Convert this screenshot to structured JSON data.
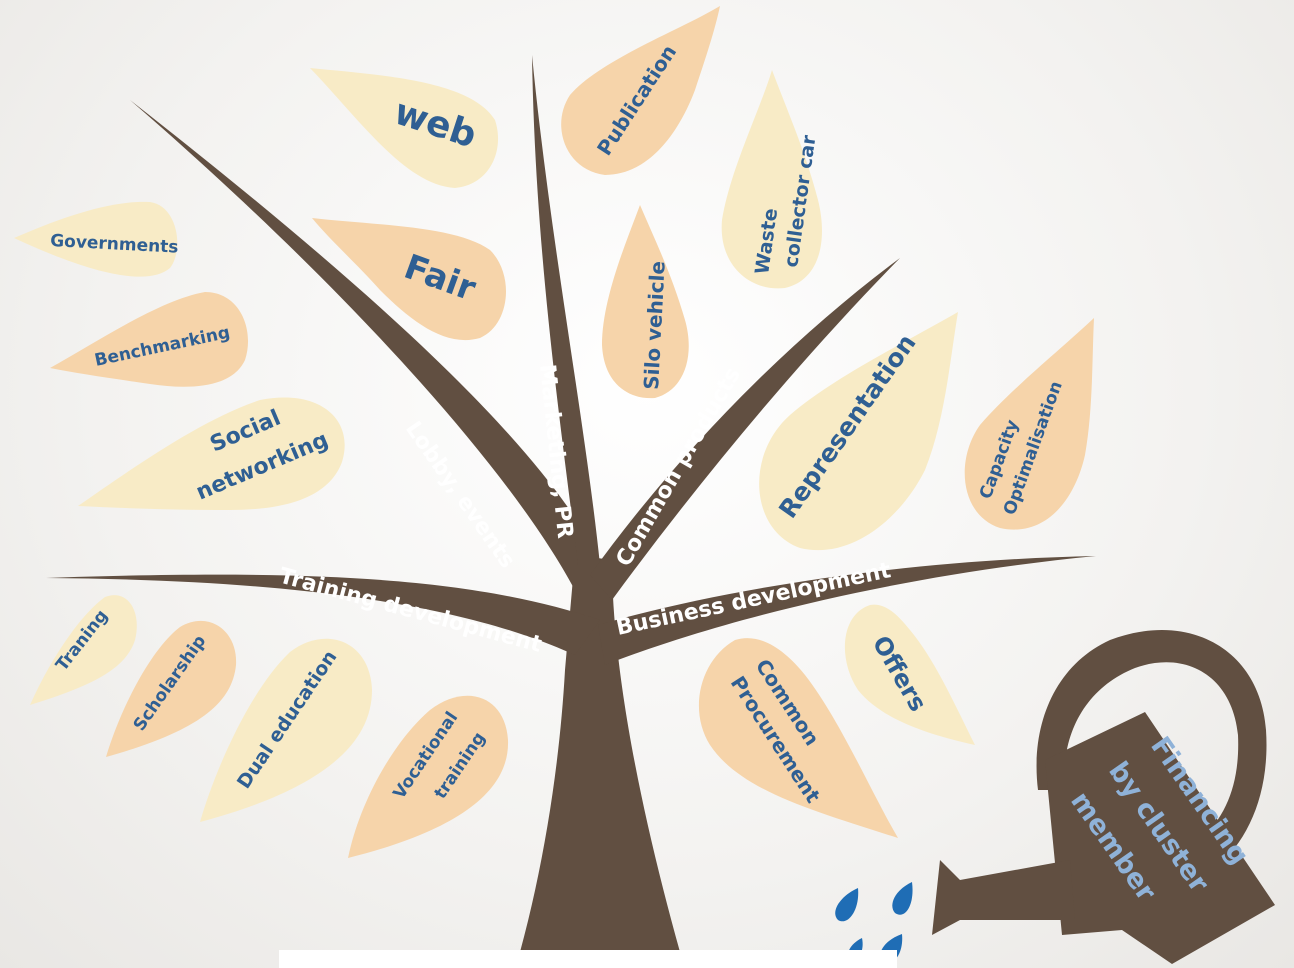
{
  "colors": {
    "trunk": "#614f41",
    "leaf_light": "#f8ebc6",
    "leaf_orange": "#f6d4aa",
    "leaf_text": "#2f5f93",
    "branch_text": "#ffffff",
    "can_text": "#8fb2d8",
    "drops": "#1f6db5"
  },
  "branches": {
    "lobby": "Lobby, events",
    "marketing": "Marketing, PR",
    "common_products": "Common products",
    "training": "Training development",
    "business": "Business development"
  },
  "leaves": {
    "web": "web",
    "publication": "Publication",
    "waste_line1": "Waste",
    "waste_line2": "collector car",
    "governments": "Governments",
    "fair": "Fair",
    "silo": "Silo vehicle",
    "benchmarking": "Benchmarking",
    "social_line1": "Social",
    "social_line2": "networking",
    "representation": "Representation",
    "capacity_line1": "Capacity",
    "capacity_line2": "Optimalisation",
    "traning": "Traning",
    "scholarship": "Scholarship",
    "dual": "Dual education",
    "vocational_line1": "Vocational",
    "vocational_line2": "training",
    "procurement_line1": "Common",
    "procurement_line2": "Procurement",
    "offers": "Offers"
  },
  "watering_can": {
    "line1": "Financing",
    "line2": "by cluster",
    "line3": "member"
  }
}
